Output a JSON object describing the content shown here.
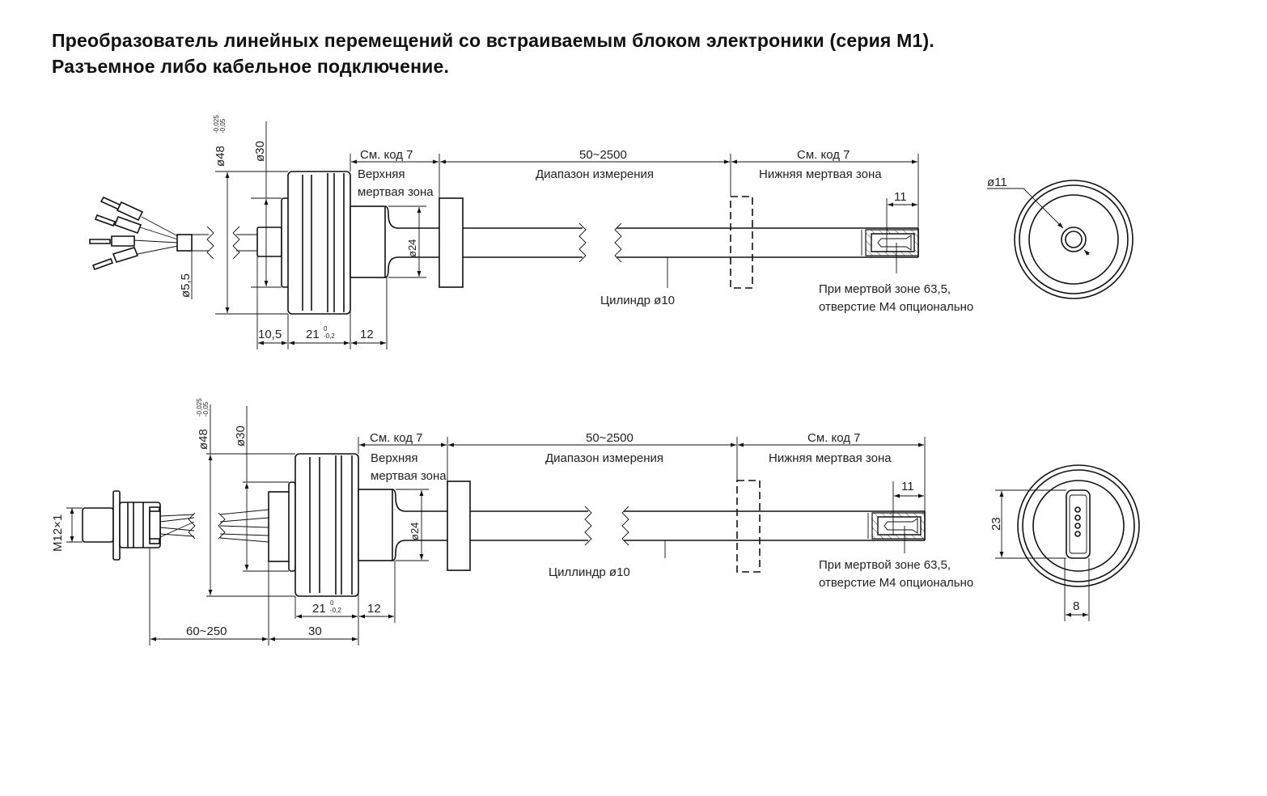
{
  "title": {
    "line1": "Преобразователь линейных перемещений со встраиваемым блоком электроники (серия M1).",
    "line2": "Разъемное либо кабельное подключение."
  },
  "drawing_cable": {
    "dia48": "ø48",
    "dia48_tol_upper": "-0,025",
    "dia48_tol_lower": "-0,05",
    "dia30": "ø30",
    "dia5_5": "ø5,5",
    "dia24": "ø24",
    "dim_10_5": "10,5",
    "dim_21": "21",
    "dim_21_tol_upper": "0",
    "dim_21_tol_lower": "-0,2",
    "dim_12": "12",
    "see_code_upper": "См. код 7",
    "upper_dead_zone_1": "Верхняя",
    "upper_dead_zone_2": "мертвая зона",
    "range_value": "50~2500",
    "range_label": "Диапазон измерения",
    "see_code_lower": "См. код 7",
    "lower_dead_zone": "Нижняя мертвая зона",
    "dim_11": "11",
    "cylinder_label": "Цилиндр ø10",
    "note_1": "При мертвой зоне 63,5,",
    "note_2": "отверстие M4 опционально",
    "end_view_dia11": "ø11"
  },
  "drawing_connector": {
    "thread": "M12×1",
    "dia48": "ø48",
    "dia48_tol_upper": "-0,025",
    "dia48_tol_lower": "-0,05",
    "dia30": "ø30",
    "dia24": "ø24",
    "dim_21": "21",
    "dim_21_tol_upper": "0",
    "dim_21_tol_lower": "-0,2",
    "dim_12": "12",
    "dim_60_250": "60~250",
    "dim_30": "30",
    "see_code_upper": "См. код 7",
    "upper_dead_zone_1": "Верхняя",
    "upper_dead_zone_2": "мертвая зона",
    "range_value": "50~2500",
    "range_label": "Диапазон измерения",
    "see_code_lower": "См. код 7",
    "lower_dead_zone": "Нижняя мертвая зона",
    "dim_11": "11",
    "cylinder_label": "Циллиндр ø10",
    "note_1": "При мертвой зоне 63,5,",
    "note_2": "отверстие M4 опционально",
    "end_view_23": "23",
    "end_view_8": "8"
  }
}
